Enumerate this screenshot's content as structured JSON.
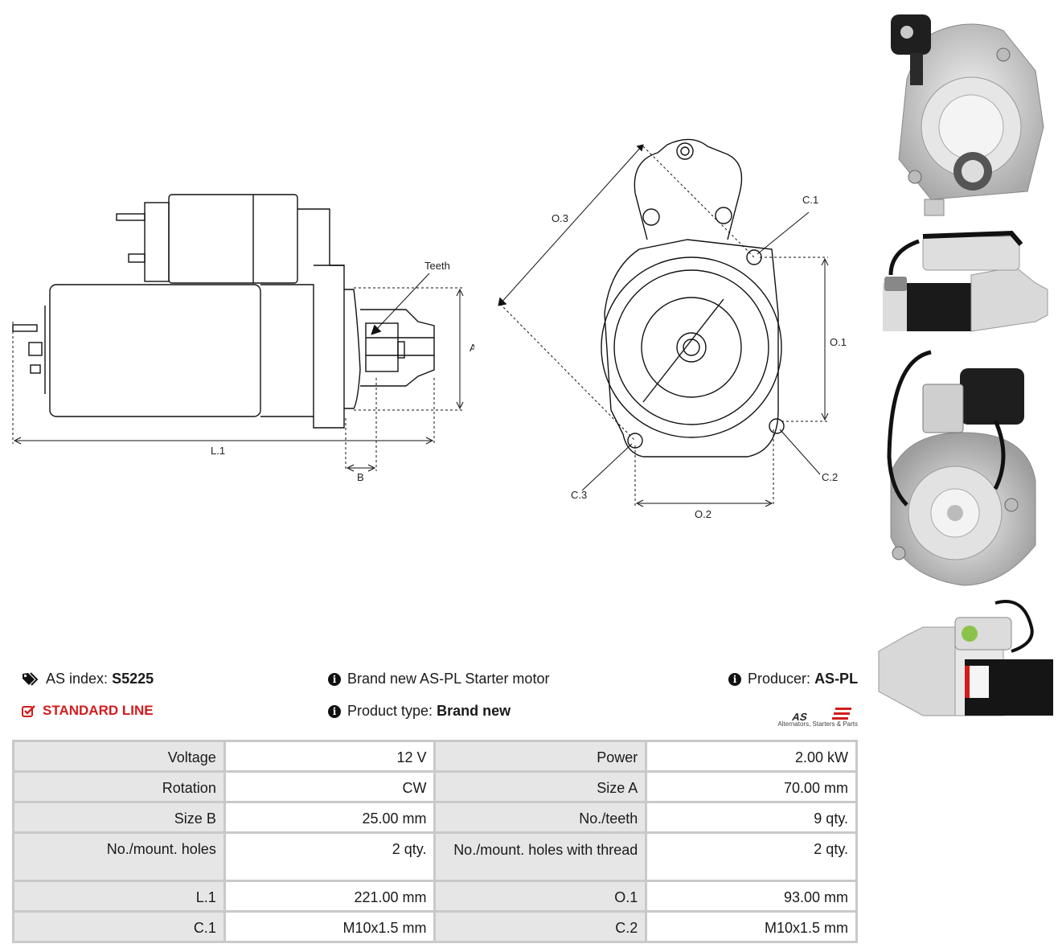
{
  "drawing": {
    "side": {
      "teeth": "Teeth",
      "a": "A",
      "b": "B",
      "l1": "L.1"
    },
    "front": {
      "o3": "O.3",
      "c1": "C.1",
      "o1": "O.1",
      "c2": "C.2",
      "c3": "C.3",
      "o2": "O.2"
    }
  },
  "info": {
    "as_index_label": "AS index:",
    "as_index_value": "S5225",
    "standard_line": "STANDARD LINE",
    "description": "Brand new AS-PL Starter motor",
    "product_type_label": "Product type:",
    "product_type_value": "Brand new",
    "producer_label": "Producer:",
    "producer_value": "AS-PL"
  },
  "logo": {
    "text": "AS",
    "tagline": "Alternators, Starters & Parts"
  },
  "specs": [
    {
      "l1": "Voltage",
      "v1": "12 V",
      "l2": "Power",
      "v2": "2.00 kW"
    },
    {
      "l1": "Rotation",
      "v1": "CW",
      "l2": "Size A",
      "v2": "70.00 mm"
    },
    {
      "l1": "Size B",
      "v1": "25.00 mm",
      "l2": "No./teeth",
      "v2": "9 qty."
    },
    {
      "l1": "No./mount. holes",
      "v1": "2 qty.",
      "l2": "No./mount. holes with thread",
      "v2": "2 qty."
    },
    {
      "l1": "L.1",
      "v1": "221.00 mm",
      "l2": "O.1",
      "v2": "93.00 mm"
    },
    {
      "l1": "C.1",
      "v1": "M10x1.5 mm",
      "l2": "C.2",
      "v2": "M10x1.5 mm"
    }
  ],
  "colors": {
    "accent_red": "#d31c1c",
    "table_border": "#c9c9c9",
    "label_bg": "#e6e6e6"
  }
}
